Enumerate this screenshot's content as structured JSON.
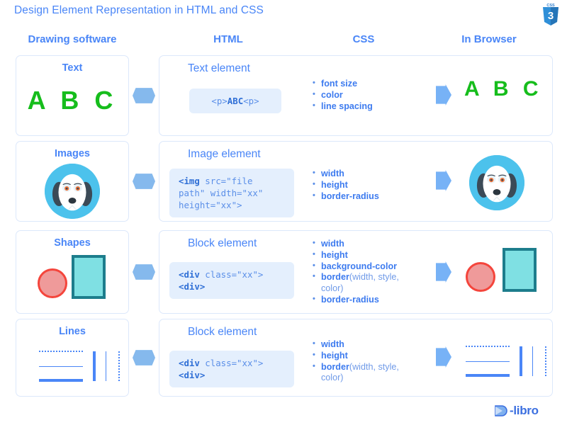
{
  "header": {
    "title": "Design Element Representation in HTML and CSS",
    "logo_icon": "css3-shield-icon",
    "logo_text": "CSS"
  },
  "columns": [
    {
      "key": "drawing",
      "label": "Drawing software"
    },
    {
      "key": "html",
      "label": "HTML"
    },
    {
      "key": "css",
      "label": "CSS"
    },
    {
      "key": "browser",
      "label": "In Browser"
    }
  ],
  "rows": [
    {
      "key": "text",
      "left_title": "Text",
      "left_sample": "A B C",
      "right_title": "Text element",
      "code_prefix": "<p>",
      "code_bold": "ABC",
      "code_suffix": "<p>",
      "bullets": [
        {
          "bold": "font size",
          "reg": ""
        },
        {
          "bold": "color",
          "reg": ""
        },
        {
          "bold": "line spacing",
          "reg": ""
        }
      ],
      "browser_sample": "A B C"
    },
    {
      "key": "images",
      "left_title": "Images",
      "right_title": "Image element",
      "code_bold": "<img",
      "code_rest": " src=\"file\npath\" width=\"xx\"\nheight=\"xx\">",
      "bullets": [
        {
          "bold": "width",
          "reg": ""
        },
        {
          "bold": "height",
          "reg": ""
        },
        {
          "bold": "border-radius",
          "reg": ""
        }
      ],
      "left_art": "dog-avatar",
      "browser_art": "dog-avatar"
    },
    {
      "key": "shapes",
      "left_title": "Shapes",
      "right_title": "Block element",
      "code_bold": "<div",
      "code_rest": " class=\"xx\">",
      "code_bold2": "<div>",
      "bullets": [
        {
          "bold": "width",
          "reg": ""
        },
        {
          "bold": "height",
          "reg": ""
        },
        {
          "bold": "background-color",
          "reg": ""
        },
        {
          "bold": "border",
          "reg": "(width, style, color)"
        },
        {
          "bold": "border-radius",
          "reg": ""
        }
      ],
      "left_art": "circle-and-rectangle",
      "browser_art": "circle-and-rectangle"
    },
    {
      "key": "lines",
      "left_title": "Lines",
      "right_title": "Block element",
      "code_bold": "<div",
      "code_rest": " class=\"xx\">",
      "code_bold2": "<div>",
      "bullets": [
        {
          "bold": "width",
          "reg": ""
        },
        {
          "bold": "height",
          "reg": ""
        },
        {
          "bold": "border",
          "reg": "(width, style, color)"
        }
      ],
      "left_art": "line-styles",
      "browser_art": "line-styles"
    }
  ],
  "footer": {
    "brand": "-libro",
    "brand_icon": "d-libro-logo-icon"
  },
  "colors": {
    "accent_blue": "#4a86f7",
    "panel_border": "#dce8fb",
    "code_bg": "#e4effd",
    "green_text": "#16bd1c",
    "dog_circle": "#4cc2ec",
    "shape_circle_fill": "#ef9a9a",
    "shape_circle_border": "#f4453c",
    "shape_rect_fill": "#7fe0e3",
    "shape_rect_border": "#1d7d8c"
  }
}
